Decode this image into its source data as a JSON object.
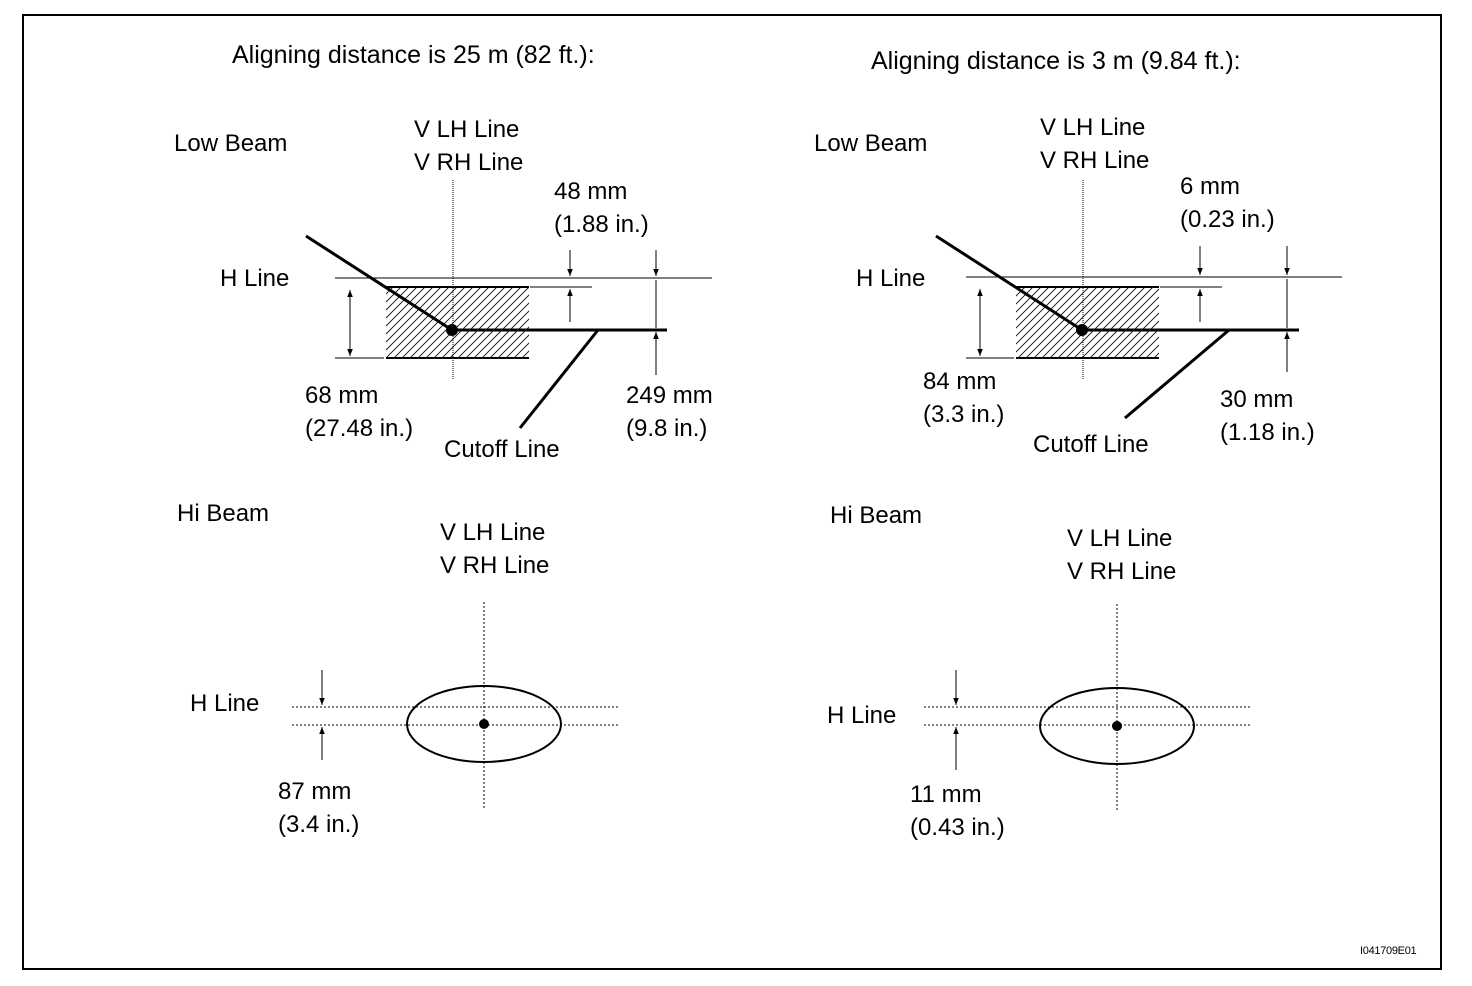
{
  "left": {
    "heading": "Aligning distance is 25 m (82 ft.):",
    "low": {
      "title": "Low Beam",
      "v_line_1": "V LH Line",
      "v_line_2": "V RH Line",
      "h_line": "H Line",
      "top_dim_1": "48 mm",
      "top_dim_2": "(1.88 in.)",
      "left_dim_1": "68 mm",
      "left_dim_2": "(27.48 in.)",
      "cutoff": "Cutoff Line",
      "right_dim_1": "249 mm",
      "right_dim_2": "(9.8 in.)"
    },
    "hi": {
      "title": "Hi Beam",
      "v_line_1": "V LH Line",
      "v_line_2": "V RH Line",
      "h_line": "H Line",
      "dim_1": "87 mm",
      "dim_2": "(3.4 in.)"
    }
  },
  "right": {
    "heading": "Aligning distance is 3 m (9.84 ft.):",
    "low": {
      "title": "Low Beam",
      "v_line_1": "V LH Line",
      "v_line_2": "V RH Line",
      "h_line": "H Line",
      "top_dim_1": "6 mm",
      "top_dim_2": "(0.23 in.)",
      "left_dim_1": "84 mm",
      "left_dim_2": "(3.3 in.)",
      "cutoff": "Cutoff Line",
      "right_dim_1": "30 mm",
      "right_dim_2": "(1.18 in.)"
    },
    "hi": {
      "title": "Hi Beam",
      "v_line_1": "V LH Line",
      "v_line_2": "V RH Line",
      "h_line": "H Line",
      "dim_1": "11 mm",
      "dim_2": "(0.43 in.)"
    }
  },
  "figure_code": "I041709E01"
}
